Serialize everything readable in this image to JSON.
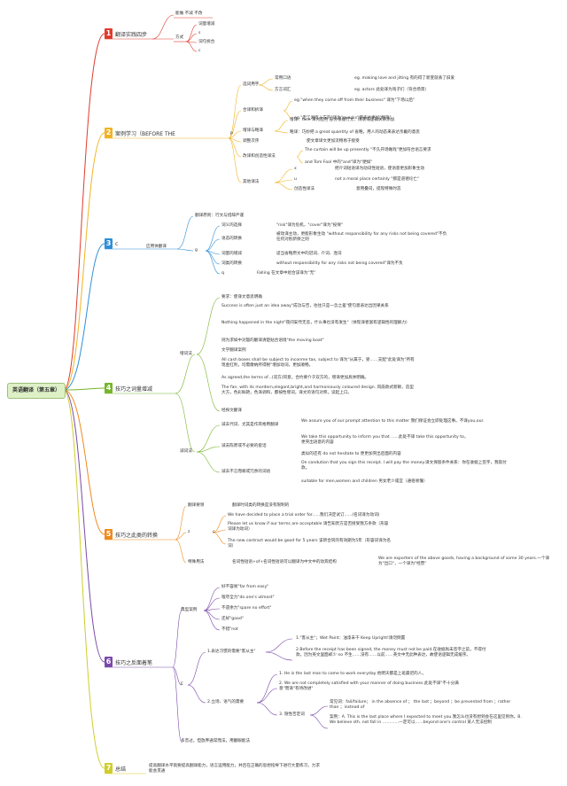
{
  "root": "英语翻译（第五章）",
  "s1": {
    "num": "1",
    "title": "翻译实践四步",
    "items": [
      "能做 不减 不改",
      "方式",
      "词量增减",
      "s",
      "词句拆合",
      "c"
    ]
  },
  "s2": {
    "num": "2",
    "title": "案例学习（BEFORE THE",
    "p": "p",
    "n1": "选词用字",
    "n1a": "常用口语",
    "n1a_d": "eg. making love and jilting 有的得了新变就丢了旧爱",
    "n1b": "方言词汇",
    "n1b_d": "eg. actors 此处译为戏子们（符合场景）",
    "n2": "合译和拆译",
    "n2a": "eg.\"when they come off from their business\" 译为\"下场以后\"",
    "n2b": "eg.\"走江湖吃十方的\"译为\"quacks\"使表达更加\"精简\"",
    "n3": "增译与略译",
    "n3a": "增译：face 译为脸色 部分根据行文、情景或逻辑关系添加",
    "n3b": "略译：巧妙把 a great quantity of 省略，用人的动态来表达亲戴的意思",
    "n4": "调整次序",
    "n4_d": "使文章译文更加流畅易于接受",
    "n5": "改译和创造性译法",
    "n5a": "The curtain will be up presently \"不久开场做戏\"更加符合语言要求",
    "n5b": "and Tom Fool 中的\"and\"译为\"便如\"",
    "n6": "其他译法",
    "n6a": "x",
    "n6a_d": "把介词短语译为动词性短语，使语意更加形象生动",
    "n6b": "u",
    "n6b_d": "not a moral place certainly \"那是道德论亡\"",
    "n6c": "创造性译法",
    "n6c_d": "意用叠词，提现特殊时态"
  },
  "s3": {
    "num": "3",
    "title": "c",
    "sub": "应用体翻译",
    "q": "g",
    "a": "翻译原则：行文与措辞严谨",
    "b1": "词义的选择",
    "b1_d": "\"risk\"译为危机，\"cover\"译为\"投保\"",
    "b2": "语态的转换",
    "b2_d": "被动译主动，更能形象生动 \"without responsibility for any risks not being covered\"不负任何对别新保之则",
    "b3": "词量的增减",
    "b3_d": "适当省略原文中的冠词、介词、连词",
    "b4": "词类的转换",
    "b4_d": "without responsibility for any risks not being covered\"译为不负",
    "b5": "q",
    "b5_d": "Falling 在文章中组合该译为\"无\""
  },
  "s4": {
    "num": "4",
    "title": "技巧之词量增减",
    "zy": "增词法",
    "zy_items": [
      "要求：使译文意思明确",
      "Success is often just an idea away\"成功与否，往往只是一念之差\"使句意表达出因果关系",
      "Nothing happened in the night\"夜间安然无恙，什么事也没有发生\"（体现译者富有逻辑性的理解力）",
      "则为求如中对殷的翻译清楚贴合语境\"the moving boat\"",
      "文学翻译案例",
      "All cash boxes shall be subject to inconme tax, subject to 译为\"从属于，受……支配\"此处译为\"所有现金红利，均需缴纳所得税\"增加动词，更加顺畅。",
      "As agreed,the terms of...(双方)同意，合约要介于双方的，增译更加具体明确。",
      "The fan, with its mordern,elegant,bright,and harmoniously coloured design. 风扇款式新颖，造型大方，色彩鲜艳，色泽调和，都按性增词，译文的语句对称，读起上口。",
      "经探文翻译"
    ],
    "js": "减词法",
    "js1": "减去代词、尤其是作宾格用翻译",
    "js1_d": "We assure you of our prompt attention to this matter 我们保证会立即处理这事。不译you,our.",
    "js2": "减去陈原或不必要的套话",
    "js2a": "We take this opportunity to inform you that ......此处不译 take this opportunity to，更突出语意的内容",
    "js2b": "类似的还有 do not hesitate to 更更加突出后面的内容",
    "js3": "减去不言而喻或冗余的词语",
    "js3a": "On condution that you sign this receipt. I will pay the money.译文保留条件关系：你在收据上签字，我就付款。",
    "js3b": "suitable for men,women and children 男女老少咸宜（通俗易懂）"
  },
  "s5": {
    "num": "5",
    "title": "技巧之此类的转换",
    "m1": "翻译要领",
    "m1_d": "翻译时词类的转换是没有限制的",
    "z": "z",
    "c": "c",
    "c1": "We have decided to place a trial order for......我们决定试订......(名词译为动词)",
    "c2": "Please let us know if our terms are acceptable 请告知贵方是否接受我方条款（形容词译为动词）",
    "c3": "The new contract would be good for 5 years 该新合同的有效期为5年（形容词译为名词）",
    "m3": "特殊用法",
    "m3_d": "名词性短语+of+名词性短语可以翻译为中文中的动宾结构",
    "m3_ex": "We are exporters of the above goods, having a background of some 30 years.一个译为\"出口\"，一个译为\"经营\""
  },
  "s6": {
    "num": "6",
    "title": "技巧之反面着笔",
    "d": "典型案例",
    "d_items": [
      "好不容易\"far from easy\"",
      "嗤尽全力\"do one's utmost\"",
      "不遗余力\"spare no effort\"",
      "还好\"good\"",
      "不错\"not"
    ],
    "e": "E",
    "e1": "1.表达习惯的需要\"客从主\"",
    "e1a": "1.\"客从主\"；Wet Paint：油漆未干 Keep Upright!请勿倒置",
    "e1b": "2.Before the receipt has been signed, the money must not be paid.在收据尚未签字之前，不得付款。因为英文里面却少 no 不生……没有……以前……英文中无此种表达，故使语逻辑无成缓序。",
    "e2": "2.立场、语气的需要",
    "e2a": "1. He is the last man to come to work everyday 他明天都是上班最迟的人。",
    "e2b": "2. We are not completely satisfied with your manner of doing business.此处不译\"不十分满意\"而译\"有待改进\"",
    "e2c": "3. 隐性否定词",
    "e2c1": "常见词：fail/failure； in the absence of ； the last ；beyond ；be prevented from ；rather than ；instead of",
    "e2c2": "案例：A. This is the last place where I expected to meet you.我怎么也没有想到会在这里见到你。B. We believe sth. not fall in …………一定可以……beyond one's control 某人无法控制",
    "f": "多音过，但放弃通常而法，用翻眼能法"
  },
  "s7": {
    "num": "7",
    "title": "总结",
    "text": "提高翻译水平就要提高翻译能力，语言运用能力，并且在正确的思想指导下进行大量练习，力求能会贯通"
  }
}
